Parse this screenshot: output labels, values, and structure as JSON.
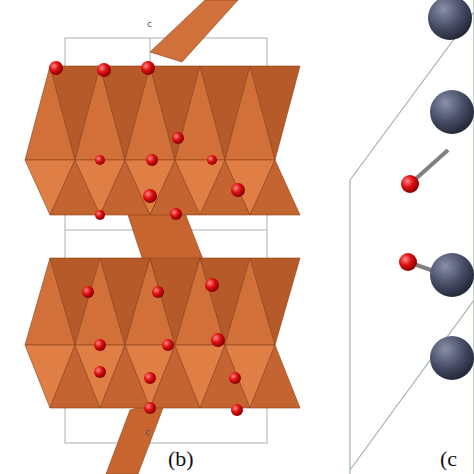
{
  "diagram": {
    "labels": [
      "c",
      "c",
      "(b)",
      "(c"
    ]
  }
}
